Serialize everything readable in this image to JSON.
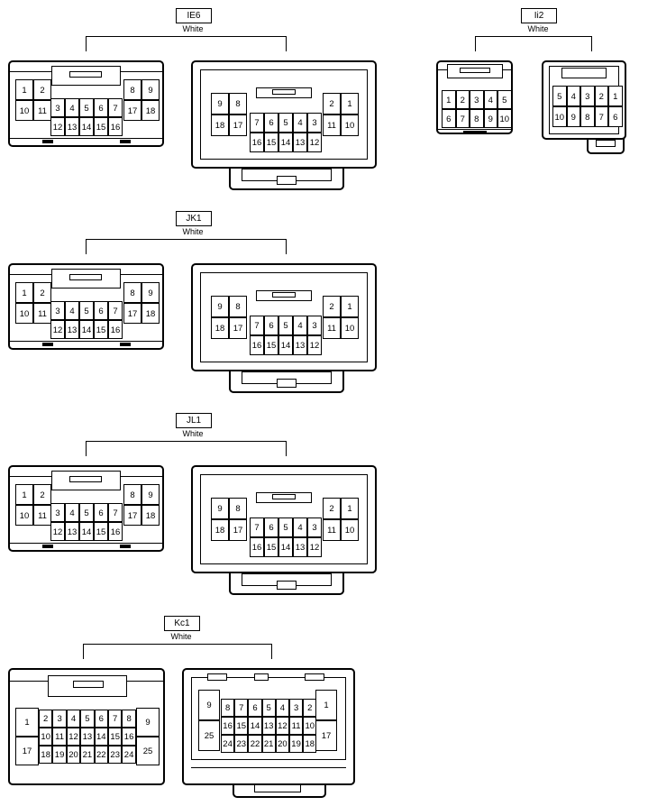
{
  "connectors": [
    {
      "code": "IE6",
      "color": "White"
    },
    {
      "code": "Ii2",
      "color": "White"
    },
    {
      "code": "JK1",
      "color": "White"
    },
    {
      "code": "JL1",
      "color": "White"
    },
    {
      "code": "Kc1",
      "color": "White"
    }
  ],
  "pins16_male": [
    [
      "1",
      "2",
      "8",
      "9"
    ],
    [
      "10",
      "11",
      "17",
      "18"
    ],
    [
      "3",
      "4",
      "5",
      "6",
      "7"
    ],
    [
      "12",
      "13",
      "14",
      "15",
      "16"
    ]
  ],
  "pins16_female": [
    [
      "9",
      "8",
      "2",
      "1"
    ],
    [
      "18",
      "17",
      "11",
      "10"
    ],
    [
      "7",
      "6",
      "5",
      "4",
      "3"
    ],
    [
      "16",
      "15",
      "14",
      "13",
      "12"
    ]
  ],
  "pins10_male": [
    [
      "1",
      "2",
      "3",
      "4",
      "5"
    ],
    [
      "6",
      "7",
      "8",
      "9",
      "10"
    ]
  ],
  "pins10_female": [
    [
      "5",
      "4",
      "3",
      "2",
      "1"
    ],
    [
      "10",
      "9",
      "8",
      "7",
      "6"
    ]
  ],
  "pins25_male": {
    "left": [
      "1",
      "17"
    ],
    "right": [
      "9",
      "25"
    ],
    "rows": [
      [
        "2",
        "3",
        "4",
        "5",
        "6",
        "7",
        "8"
      ],
      [
        "10",
        "11",
        "12",
        "13",
        "14",
        "15",
        "16"
      ],
      [
        "18",
        "19",
        "20",
        "21",
        "22",
        "23",
        "24"
      ]
    ]
  },
  "pins25_female": {
    "left": [
      "9",
      "25"
    ],
    "right": [
      "1",
      "17"
    ],
    "rows": [
      [
        "8",
        "7",
        "6",
        "5",
        "4",
        "3",
        "2"
      ],
      [
        "16",
        "15",
        "14",
        "13",
        "12",
        "11",
        "10"
      ],
      [
        "24",
        "23",
        "22",
        "21",
        "20",
        "19",
        "18"
      ]
    ]
  }
}
